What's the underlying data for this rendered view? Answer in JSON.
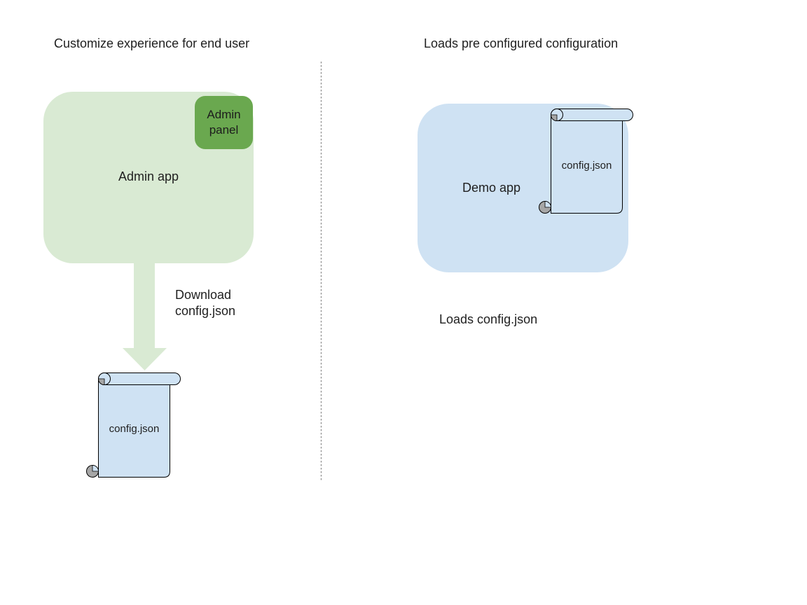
{
  "colors": {
    "background": "#ffffff",
    "admin_app_fill": "#d9ead3",
    "admin_panel_fill": "#6aa84f",
    "arrow_fill": "#d9ead3",
    "demo_app_fill": "#cfe2f3",
    "scroll_fill": "#cfe2f3",
    "scroll_stroke": "#000000",
    "scroll_curl_gray": "#a6a6a6",
    "divider_color": "#8f8f8f",
    "text_color": "#1f1f1f"
  },
  "left": {
    "title": "Customize experience for end user",
    "admin_app_label": "Admin app",
    "admin_panel_label": "Admin panel",
    "download_label_line1": "Download",
    "download_label_line2": "config.json",
    "config_file_label": "config.json"
  },
  "right": {
    "title": "Loads pre configured configuration",
    "demo_app_label": "Demo app",
    "config_file_label": "config.json",
    "caption": "Loads config.json"
  }
}
